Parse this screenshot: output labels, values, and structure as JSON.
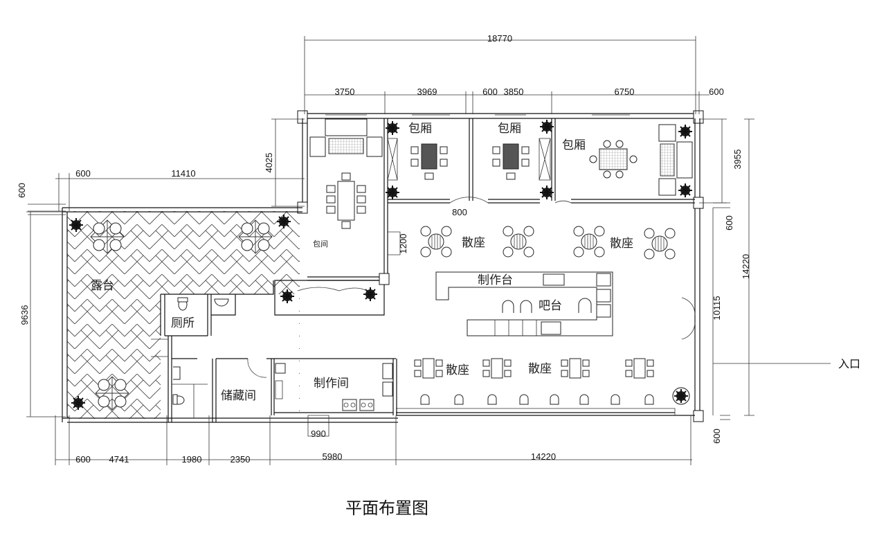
{
  "title": "平面布置图",
  "entrance_label": "入口",
  "rooms": {
    "private_room_1": "包厢",
    "private_room_2": "包厢",
    "private_room_3": "包厢",
    "private_room_big": "包间",
    "terrace": "露台",
    "toilet": "厕所",
    "storage": "储藏间",
    "kitchen": "制作间",
    "counter": "制作台",
    "bar": "吧台",
    "seating_1": "散座",
    "seating_2": "散座",
    "seating_3": "散座",
    "seating_4": "散座"
  },
  "dimensions": {
    "top_total": "18770",
    "top_1": "3750",
    "top_2": "3969",
    "top_3": "600",
    "top_4": "3850",
    "top_5": "6750",
    "top_6": "600",
    "left_600": "600",
    "left_11410": "11410",
    "v_600": "600",
    "v_4025": "4025",
    "v_9636": "9636",
    "door_800": "800",
    "door_1200": "1200",
    "door_990": "990",
    "bot_600": "600",
    "bot_4741": "4741",
    "bot_1980": "1980",
    "bot_2350": "2350",
    "bot_5980": "5980",
    "bot_14220": "14220",
    "r_3955": "3955",
    "r_600a": "600",
    "r_14220": "14220",
    "r_10115": "10115",
    "r_600b": "600"
  }
}
